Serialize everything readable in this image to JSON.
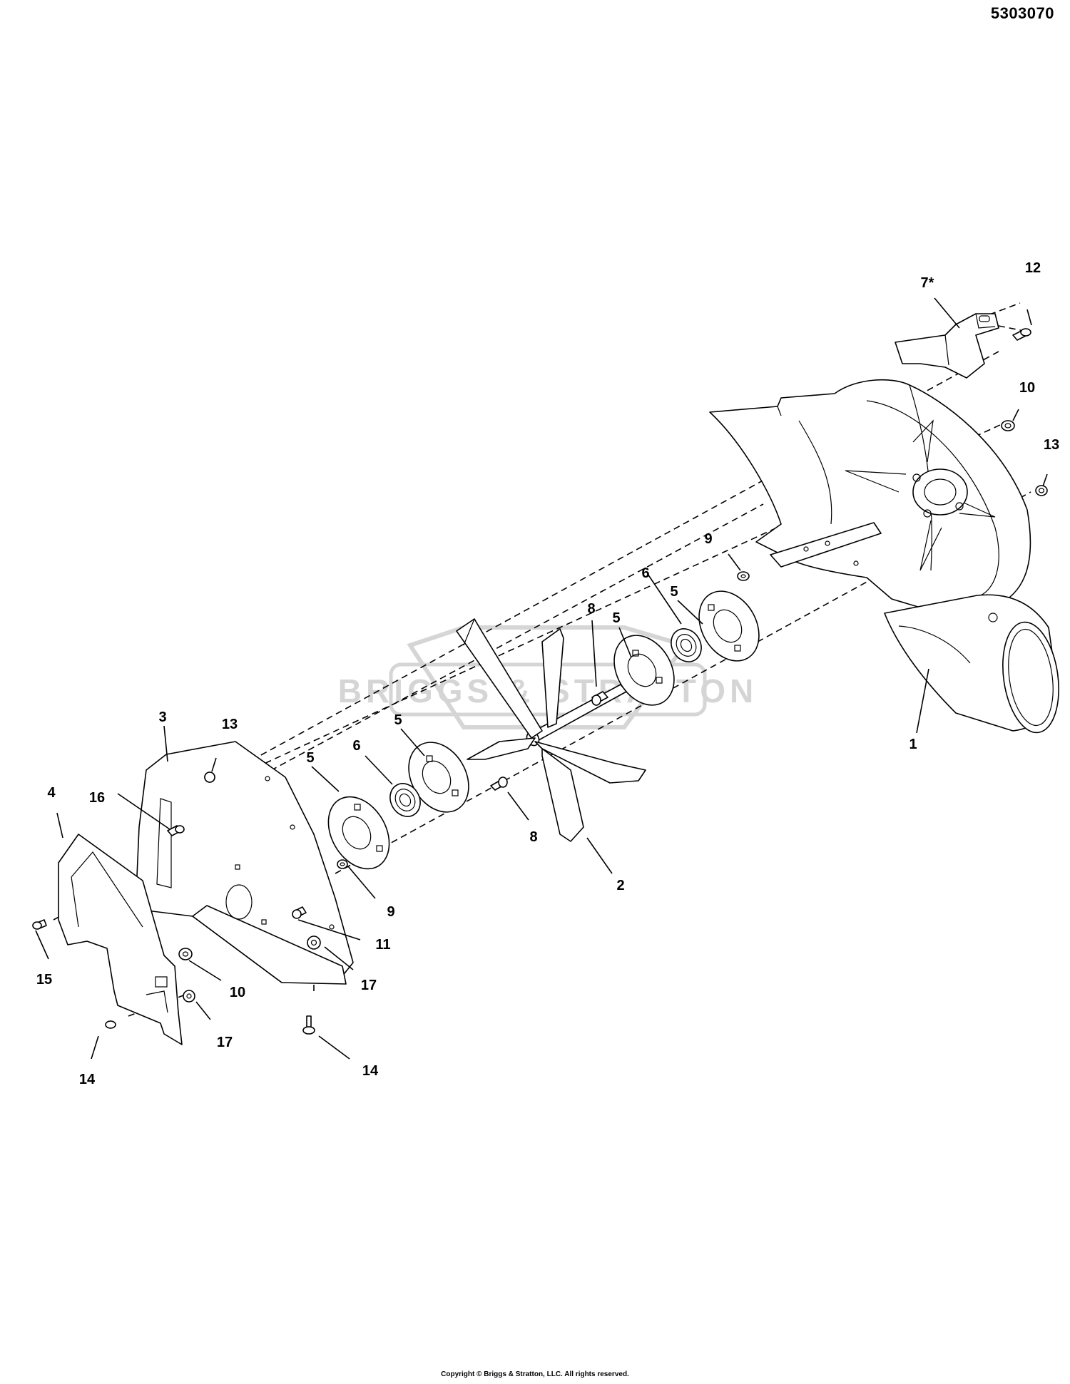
{
  "document": {
    "number": "5303070",
    "copyright": "Copyright © Briggs & Stratton, LLC. All rights reserved."
  },
  "watermark": {
    "brand": "BRIGGS & STRATTON"
  },
  "callouts": {
    "c1": "1",
    "c2": "2",
    "c3": "3",
    "c4": "4",
    "c5a": "5",
    "c5b": "5",
    "c5c": "5",
    "c5d": "5",
    "c6a": "6",
    "c6b": "6",
    "c7": "7*",
    "c8a": "8",
    "c8b": "8",
    "c9a": "9",
    "c9b": "9",
    "c10a": "10",
    "c10b": "10",
    "c11": "11",
    "c12": "12",
    "c13a": "13",
    "c13b": "13",
    "c14a": "14",
    "c14b": "14",
    "c15": "15",
    "c16": "16",
    "c17a": "17",
    "c17b": "17"
  }
}
